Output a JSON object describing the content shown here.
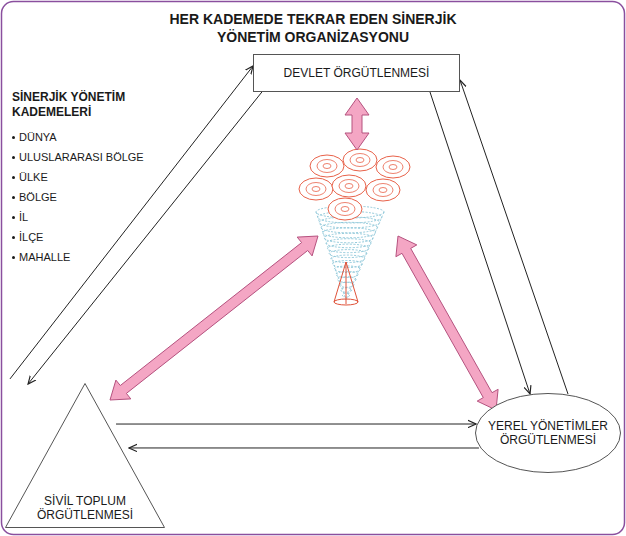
{
  "diagram": {
    "title": "HER KADEMEDE TEKRAR EDEN SİNERJİK YÖNETİM ORGANİZASYONU",
    "nodes": [
      {
        "text": [
          "DEVLET ÖRGÜTLENMESİ"
        ]
      },
      {
        "text": [
          "SİVİL TOPLUM ÖRGÜTLENMESİ"
        ]
      },
      {
        "text": [
          "YEREL YÖNETİMLER ÖRGÜTLENMESİ"
        ]
      }
    ],
    "edges": [
      {
        "from": 0,
        "to": 1,
        "arrow": "to"
      },
      {
        "from": 1,
        "to": 0,
        "arrow": "to"
      },
      {
        "from": 0,
        "to": 2,
        "arrow": "to"
      },
      {
        "from": 2,
        "to": 0,
        "arrow": "to"
      },
      {
        "from": 1,
        "to": 2,
        "arrow": "to"
      },
      {
        "from": 2,
        "to": 1,
        "arrow": "to"
      }
    ],
    "labels": [
      "SİNERJİK YÖNETİM KADEMELERİ",
      "DÜNYA",
      "ULUSLARARASI BÖLGE",
      "ÜLKE",
      "BÖLGE",
      "İL",
      "İLÇE",
      "MAHALLE"
    ]
  }
}
